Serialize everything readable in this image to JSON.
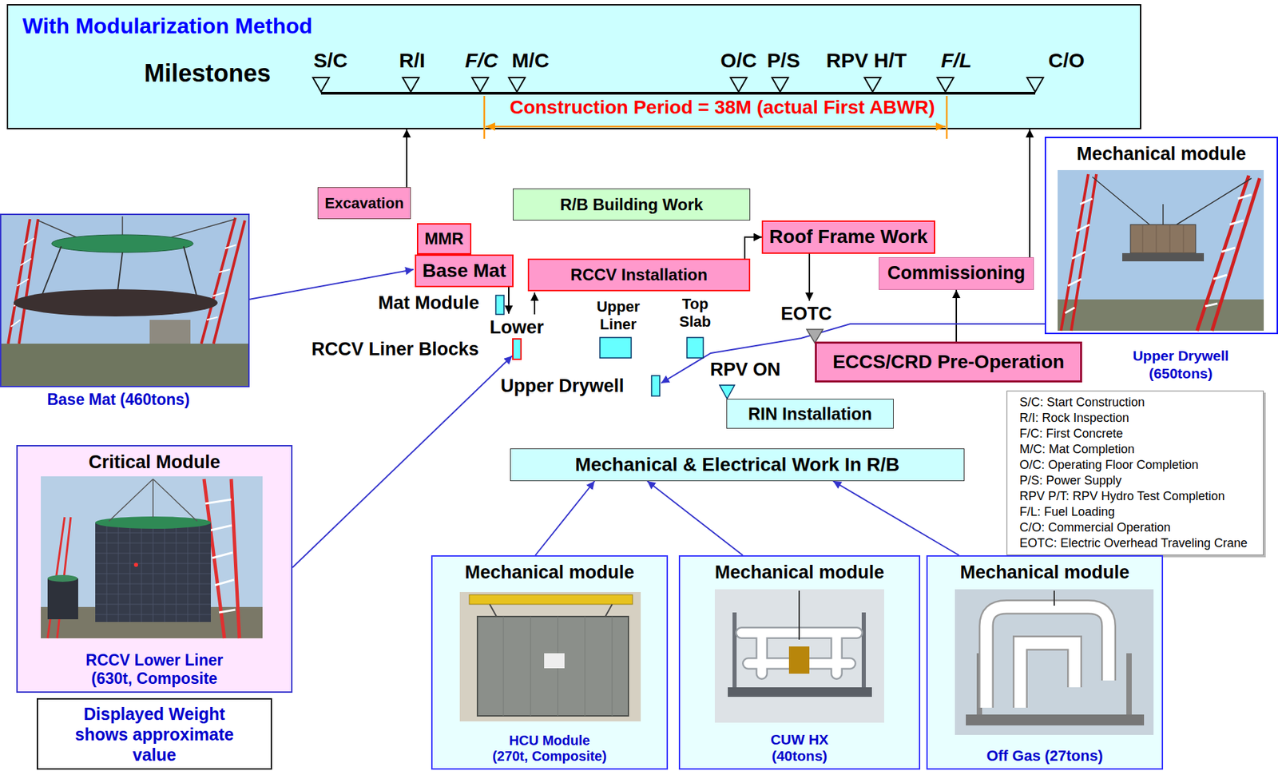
{
  "diagram": {
    "nodes": [
      {
        "text": [
          "With Modularization Method",
          "Milestones"
        ]
      },
      {
        "text": [
          "Mechanical module"
        ]
      },
      {
        "text": [
          "Excavation"
        ]
      },
      {
        "text": [
          "R/B Building Work"
        ]
      },
      {
        "text": [
          "Roof Frame Work"
        ]
      },
      {
        "text": [
          "MMR"
        ]
      },
      {
        "text": [
          "Base Mat"
        ]
      },
      {
        "text": [
          "Commissioning"
        ]
      },
      {
        "text": [
          "RCCV Installation"
        ]
      },
      {
        "text": [
          "ECCS/CRD Pre-Operation"
        ]
      },
      {
        "text": [
          "S/C: Start Construction",
          "R/I: Rock Inspection",
          "F/C: First Concrete",
          "M/C: Mat Completion",
          "O/C: Operating Floor Completion",
          "P/S: Power Supply",
          "RPV P/T: RPV Hydro Test Completion",
          "F/L: Fuel Loading",
          "C/O: Commercial Operation",
          "EOTC: Electric Overhead Traveling Crane"
        ]
      },
      {
        "text": [
          "RIN Installation"
        ]
      },
      {
        "text": [
          "Critical Module",
          "RCCV Lower Liner (630t, Composite"
        ]
      },
      {
        "text": [
          "Mechanical & Electrical Work In R/B"
        ]
      },
      {
        "text": [
          "Mechanical module",
          "HCU Module (270t, Composite)"
        ]
      },
      {
        "text": [
          "Mechanical module",
          "CUW HX (40tons)"
        ]
      },
      {
        "text": [
          "Mechanical module",
          "Off Gas (27tons)"
        ]
      },
      {
        "text": [
          "Displayed Weight shows approximate value"
        ]
      }
    ],
    "edges": [
      {
        "from": 2,
        "to": 0,
        "arrow": "to"
      },
      {
        "from": 8,
        "to": 4,
        "arrow": "to"
      },
      {
        "from": 9,
        "to": 7,
        "arrow": "to"
      },
      {
        "from": 7,
        "to": 0,
        "arrow": "to"
      },
      {
        "from": 14,
        "to": 13,
        "arrow": "to"
      },
      {
        "from": 15,
        "to": 13,
        "arrow": "to"
      },
      {
        "from": 16,
        "to": 13,
        "arrow": "to"
      }
    ],
    "labels": [
      "S/C",
      "R/I",
      "F/C",
      "M/C",
      "O/C",
      "P/S",
      "RPV H/T",
      "F/L",
      "C/O",
      "Construction Period = 38M (actual First ABWR)",
      "Mat Module",
      "Lower",
      "RCCV Liner Blocks",
      "Upper Liner",
      "Top Slab",
      "EOTC",
      "RPV ON",
      "Upper Drywell",
      "Upper Drywell (650tons)",
      "Base Mat (460tons)"
    ]
  }
}
